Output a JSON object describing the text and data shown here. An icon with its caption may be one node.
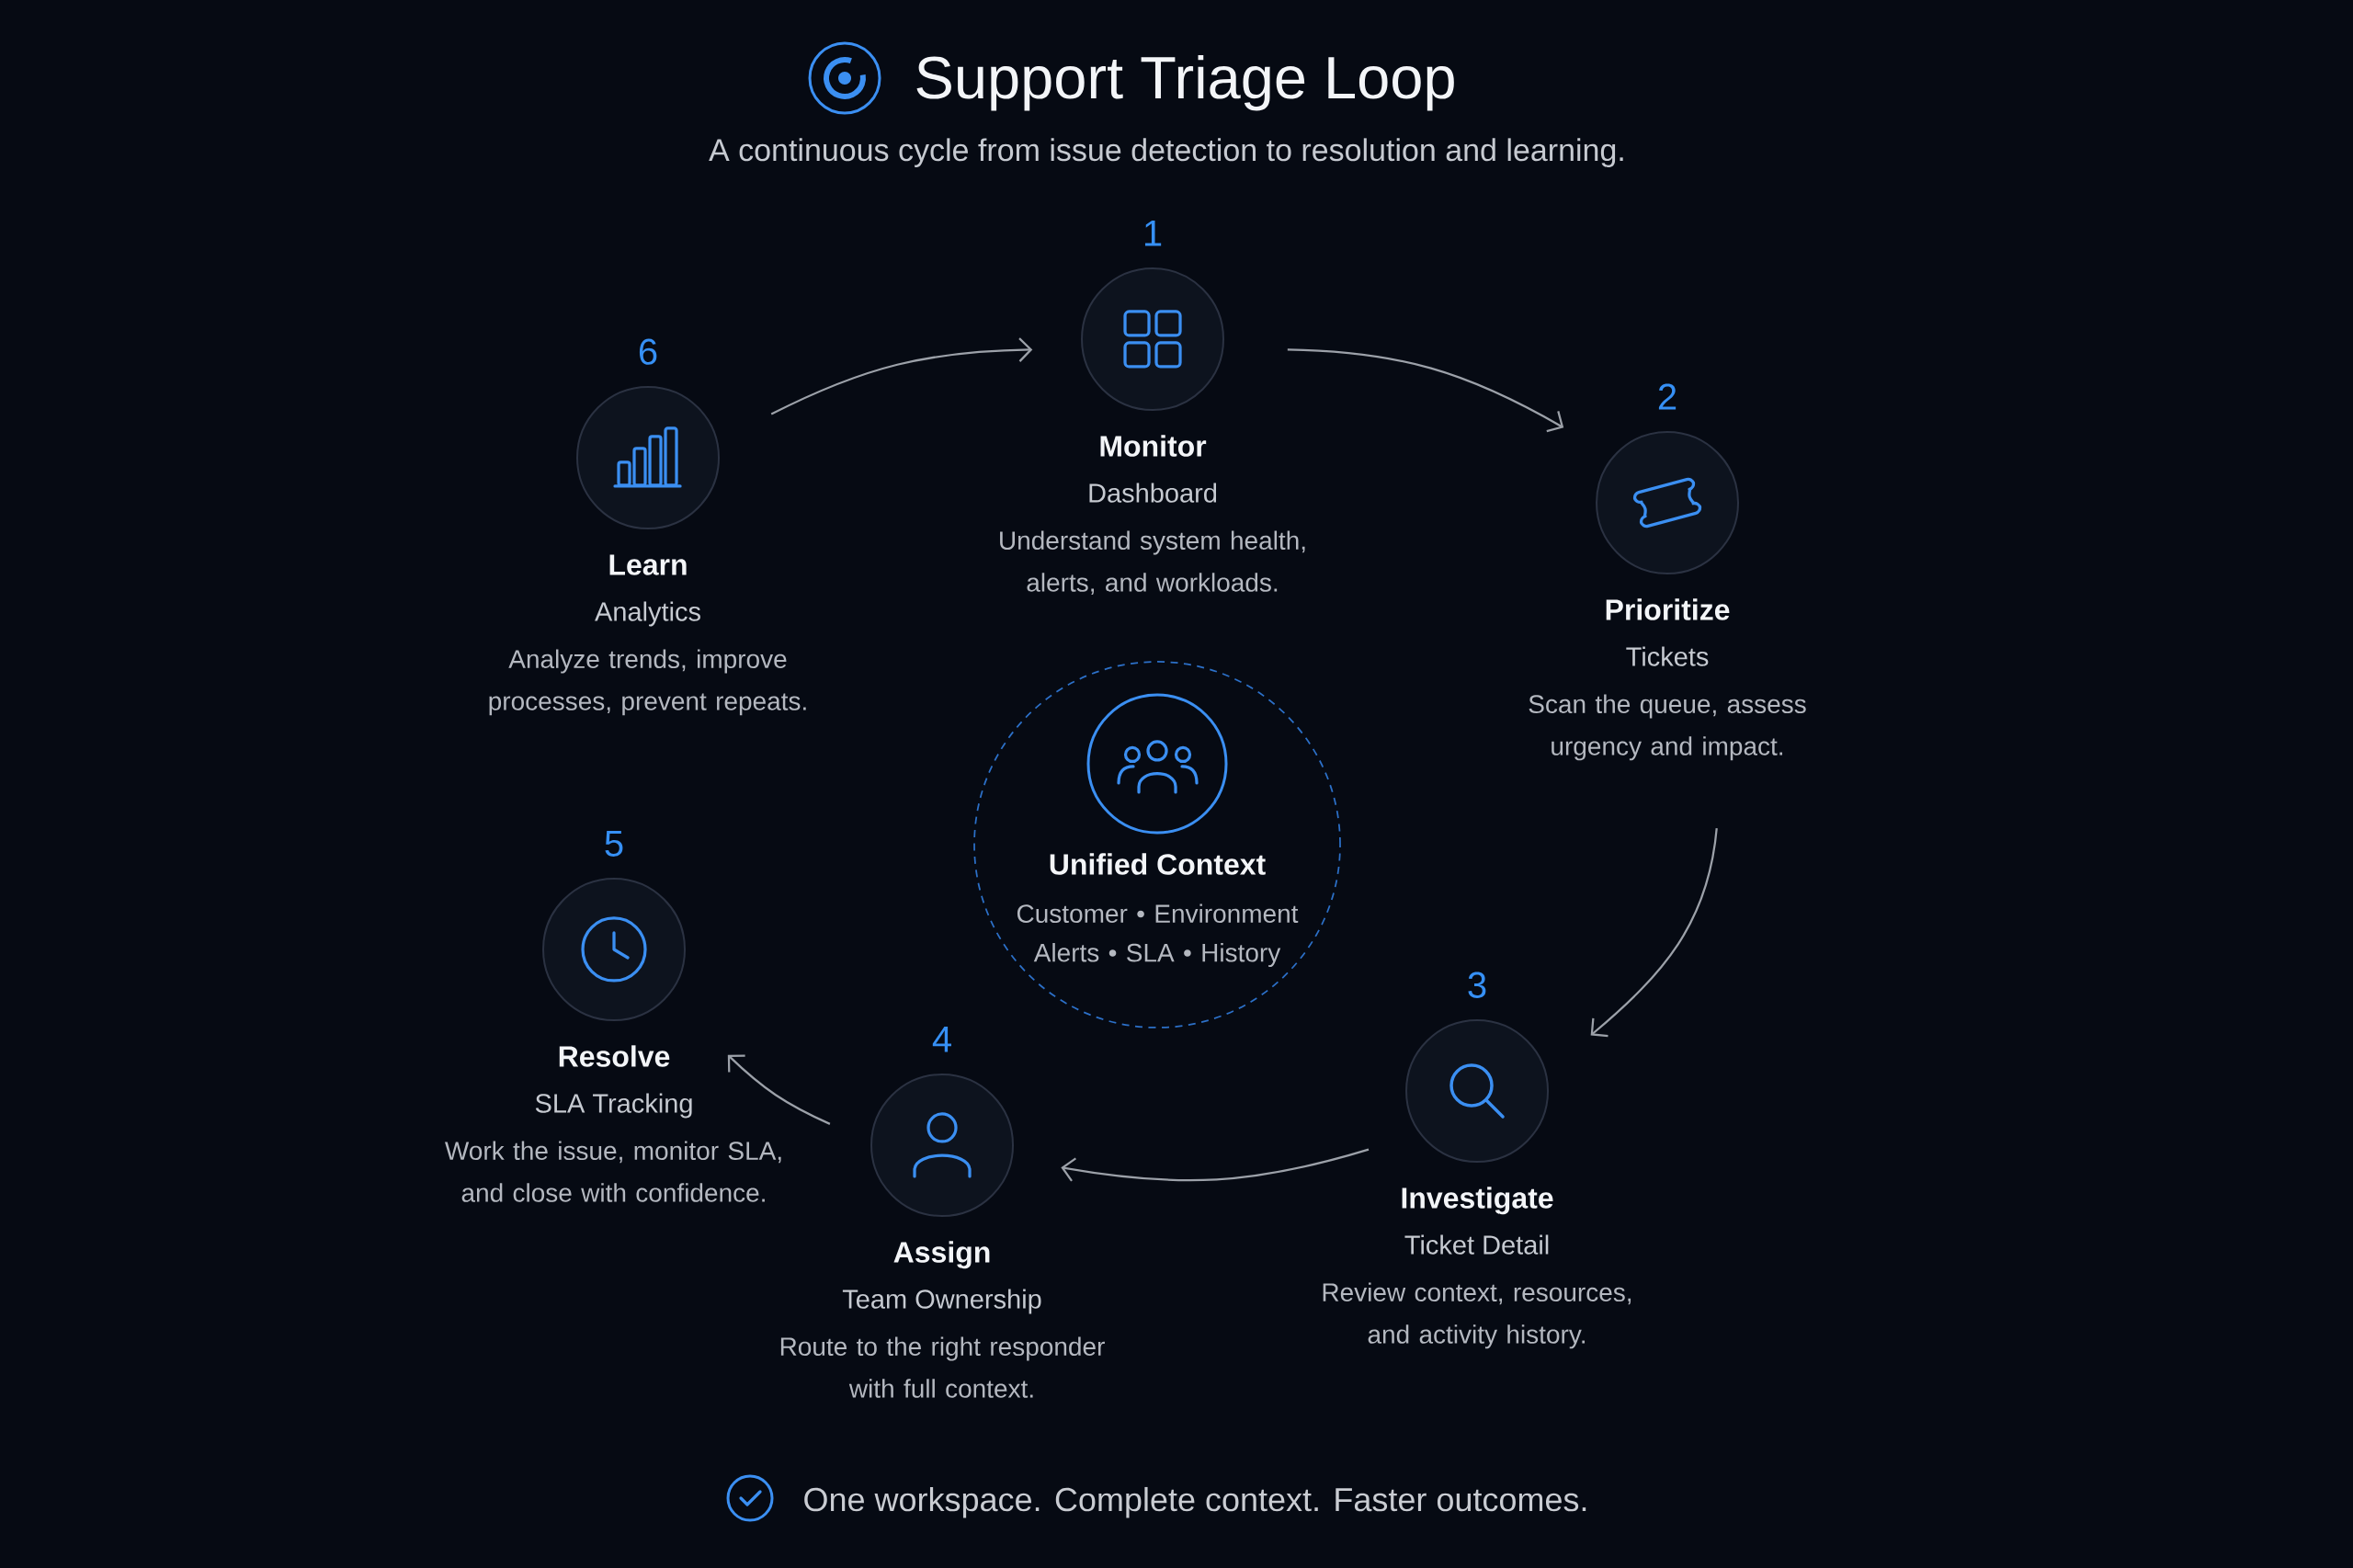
{
  "diagram": {
    "title": "Support Triage Loop",
    "nodes": [
      {
        "text": [
          "Monitor",
          "Dashboard",
          "Understand system health, alerts, and workloads."
        ],
        "beside": [
          "1"
        ]
      },
      {
        "text": [
          "Prioritize",
          "Tickets",
          "Scan the queue, assess urgency and impact."
        ],
        "beside": [
          "2"
        ]
      },
      {
        "text": [
          "Investigate",
          "Ticket Detail",
          "Review context, resources, and activity history."
        ],
        "beside": [
          "3"
        ]
      },
      {
        "text": [
          "Assign",
          "Team Ownership",
          "Route to the right responder with full context."
        ],
        "beside": [
          "4"
        ]
      },
      {
        "text": [
          "Resolve",
          "SLA Tracking",
          "Work the issue, monitor SLA, and close with confidence."
        ],
        "beside": [
          "5"
        ]
      },
      {
        "text": [
          "Learn",
          "Analytics",
          "Analyze trends, improve processes, prevent repeats."
        ],
        "beside": [
          "6"
        ]
      },
      {
        "text": [
          "Unified Context",
          "Customer • Environment Alerts • SLA • History"
        ]
      }
    ],
    "edges": [
      {
        "from": 5,
        "to": 0,
        "arrow": "to"
      },
      {
        "from": 0,
        "to": 1,
        "arrow": "to"
      },
      {
        "from": 1,
        "to": 2,
        "arrow": "to"
      },
      {
        "from": 2,
        "to": 3,
        "arrow": "to"
      },
      {
        "from": 3,
        "to": 4,
        "arrow": "to"
      }
    ],
    "labels": [
      "A continuous cycle from issue detection to resolution and learning.",
      "One workspace. Complete context. Faster outcomes."
    ]
  }
}
